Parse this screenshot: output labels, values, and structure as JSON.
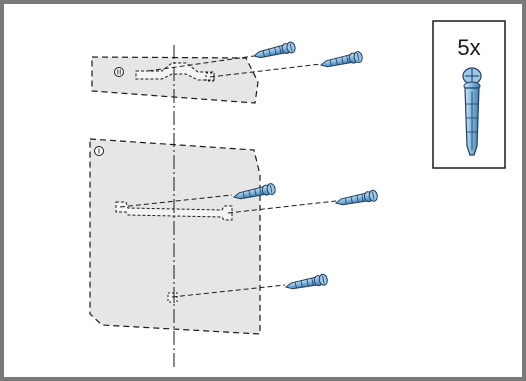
{
  "colors": {
    "frame": "#7a7a7a",
    "panel_fill": "#e6e6e6",
    "line": "#1a1a1a",
    "anchor_light": "#9cc7e8",
    "anchor_dark": "#3f7fb5",
    "anchor_outline": "#1f3f5c"
  },
  "legend": {
    "quantity": "5x",
    "icon": "wall-plug-icon"
  },
  "parts": [
    {
      "id": "upper-bracket",
      "marker": "II"
    },
    {
      "id": "lower-panel",
      "marker": "I"
    }
  ]
}
